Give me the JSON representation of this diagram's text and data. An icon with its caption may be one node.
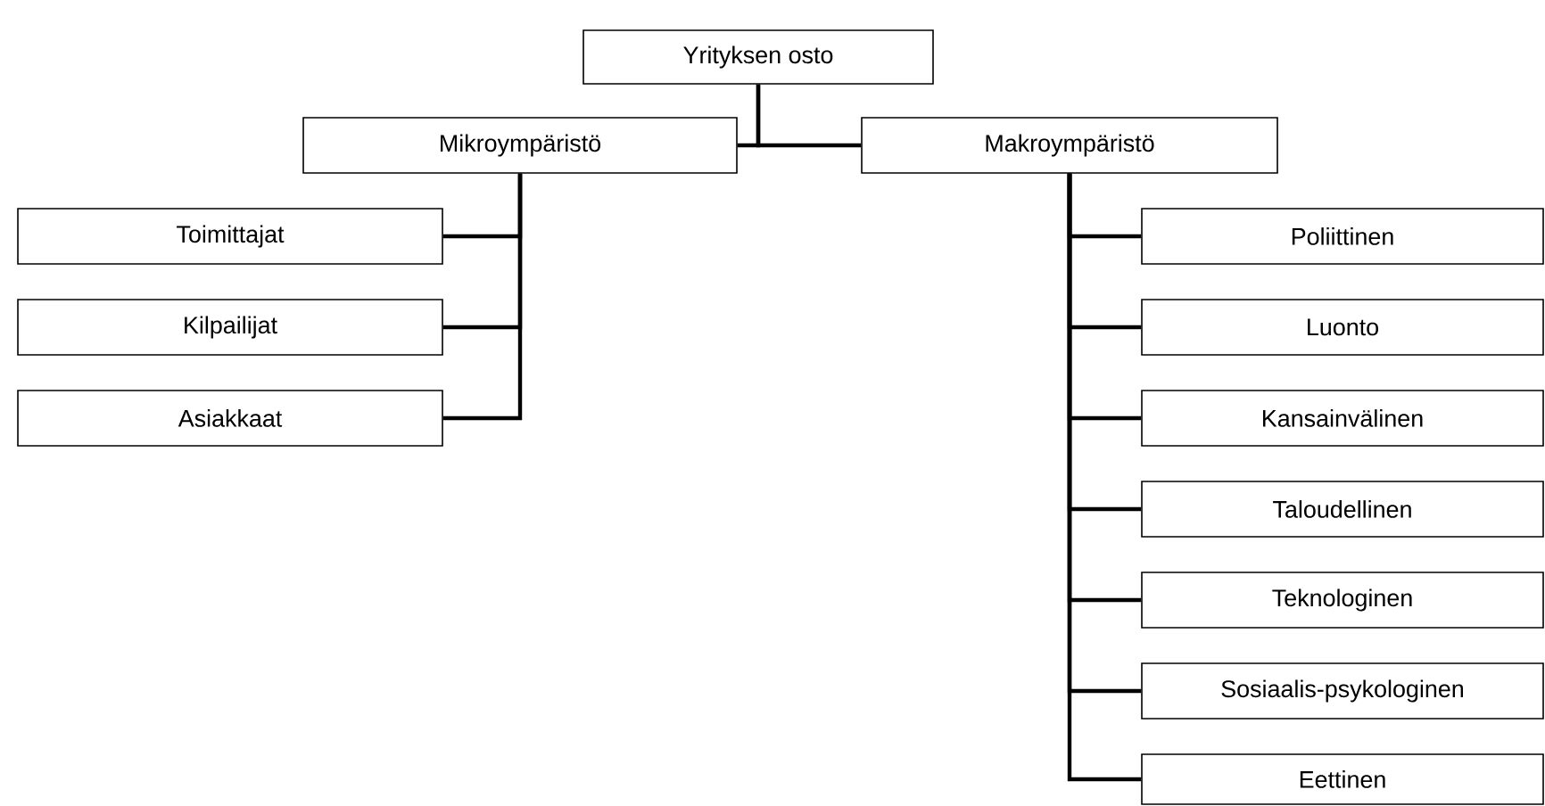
{
  "diagram": {
    "nodes": [
      {
        "text": [
          "Yrityksen osto"
        ]
      },
      {
        "text": [
          "Mikroympäristö"
        ]
      },
      {
        "text": [
          "Makroympäristö"
        ]
      },
      {
        "text": [
          "Toimittajat"
        ]
      },
      {
        "text": [
          "Kilpailijat"
        ]
      },
      {
        "text": [
          "Asiakkaat"
        ]
      },
      {
        "text": [
          "Poliittinen"
        ]
      },
      {
        "text": [
          "Luonto"
        ]
      },
      {
        "text": [
          "Kansainvälinen"
        ]
      },
      {
        "text": [
          "Taloudellinen"
        ]
      },
      {
        "text": [
          "Teknologinen"
        ]
      },
      {
        "text": [
          "Sosiaalis-psykologinen"
        ]
      },
      {
        "text": [
          "Eettinen"
        ]
      }
    ],
    "edges": [
      {
        "from": 0,
        "to": 1,
        "arrow": "none"
      },
      {
        "from": 0,
        "to": 2,
        "arrow": "none"
      },
      {
        "from": 1,
        "to": 3,
        "arrow": "none"
      },
      {
        "from": 1,
        "to": 4,
        "arrow": "none"
      },
      {
        "from": 1,
        "to": 5,
        "arrow": "none"
      },
      {
        "from": 2,
        "to": 6,
        "arrow": "none"
      },
      {
        "from": 2,
        "to": 7,
        "arrow": "none"
      },
      {
        "from": 2,
        "to": 8,
        "arrow": "none"
      },
      {
        "from": 2,
        "to": 9,
        "arrow": "none"
      },
      {
        "from": 2,
        "to": 10,
        "arrow": "none"
      },
      {
        "from": 2,
        "to": 11,
        "arrow": "none"
      },
      {
        "from": 2,
        "to": 12,
        "arrow": "none"
      }
    ]
  }
}
